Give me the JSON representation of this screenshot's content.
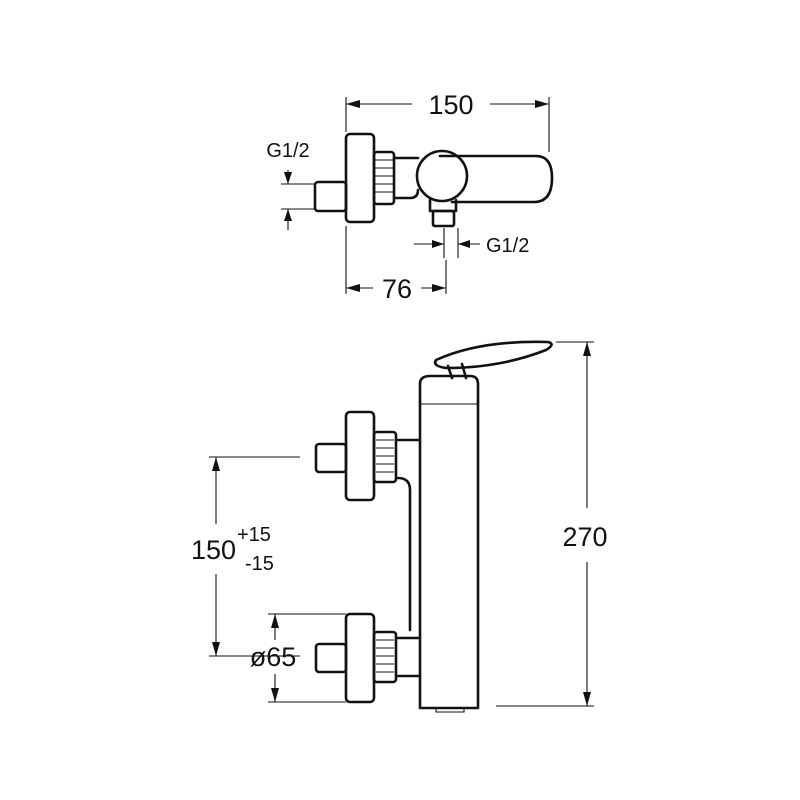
{
  "top_view": {
    "dim_width": "150",
    "dim_inlet_offset": "76",
    "thread_inlet": "G1/2",
    "thread_outlet": "G1/2"
  },
  "front_view": {
    "dim_height": "270",
    "dim_centers_base": "150",
    "dim_centers_tol_plus": "+15",
    "dim_centers_tol_minus": "-15",
    "dim_rosette": "ø65"
  }
}
